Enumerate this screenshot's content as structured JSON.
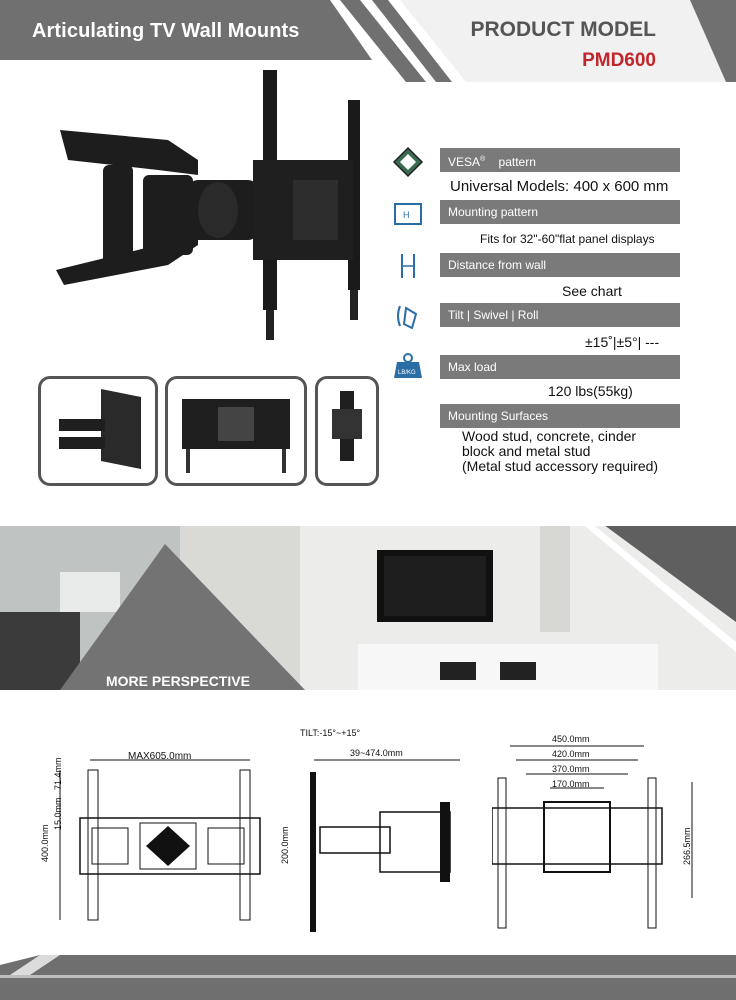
{
  "header": {
    "title": "Articulating TV Wall Mounts",
    "product_model_label": "PRODUCT MODEL",
    "product_model_code": "PMD600"
  },
  "specs": {
    "vesa_label": "VESA",
    "vesa_reg": "®",
    "vesa_suffix": "pattern",
    "vesa_value": "Universal Models: 400 x 600 mm",
    "mounting_pattern_label": "Mounting pattern",
    "mounting_pattern_value": "Fits for 32\"-60\"flat panel displays",
    "distance_label": "Distance from wall",
    "distance_value": "See chart",
    "tilt_label": "Tilt | Swivel | Roll",
    "tilt_value": "±15˚|±5°| ---",
    "maxload_label": "Max load",
    "maxload_value": "120 lbs(55kg)",
    "maxload_icon_text": "LB/KG",
    "surfaces_label": "Mounting Surfaces",
    "surfaces_value_1": "Wood stud, concrete, cinder",
    "surfaces_value_2": "block and metal stud",
    "surfaces_value_3": "(Metal stud accessory required)"
  },
  "room": {
    "caption": "MORE PERSPECTIVE"
  },
  "drawings": {
    "front": {
      "max_width": "MAX605.0mm",
      "height": "400.0mm",
      "offset_a": "71.4mm",
      "offset_b": "15.0mm"
    },
    "side": {
      "tilt": "TILT:-15°~+15°",
      "depth": "39~474.0mm",
      "height": "200.0mm"
    },
    "back": {
      "w1": "450.0mm",
      "w2": "420.0mm",
      "w3": "370.0mm",
      "w4": "170.0mm",
      "height": "266.5mm"
    }
  },
  "colors": {
    "header_dark": "#6f6f6f",
    "accent_red": "#c0262c",
    "bar_gray": "#7a7a7a"
  },
  "icons": [
    "vesa-icon",
    "mounting-pattern-icon",
    "distance-icon",
    "tilt-icon",
    "max-load-icon"
  ]
}
